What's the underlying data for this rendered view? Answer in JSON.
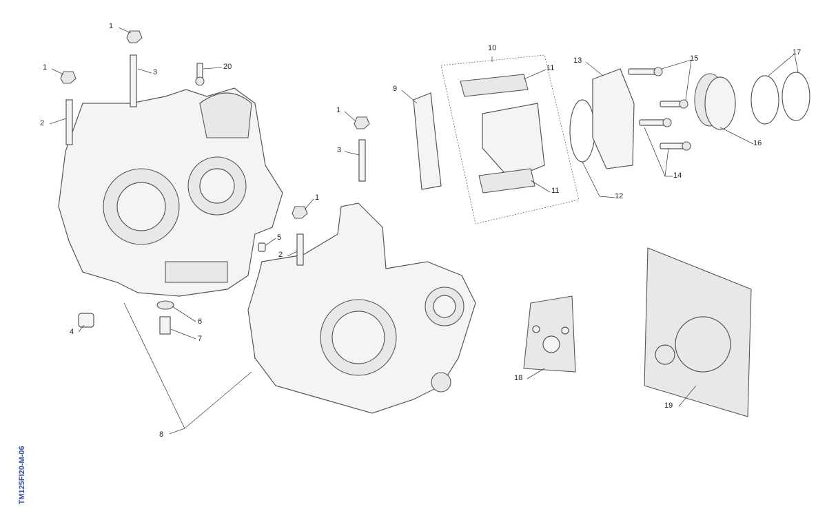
{
  "drawing_code": "TM125FI20-M-06",
  "callouts": [
    "1",
    "1",
    "3",
    "20",
    "2",
    "5",
    "6",
    "4",
    "7",
    "8",
    "1",
    "3",
    "1",
    "2",
    "10",
    "11",
    "9",
    "11",
    "13",
    "15",
    "17",
    "16",
    "12",
    "14",
    "18",
    "19"
  ]
}
